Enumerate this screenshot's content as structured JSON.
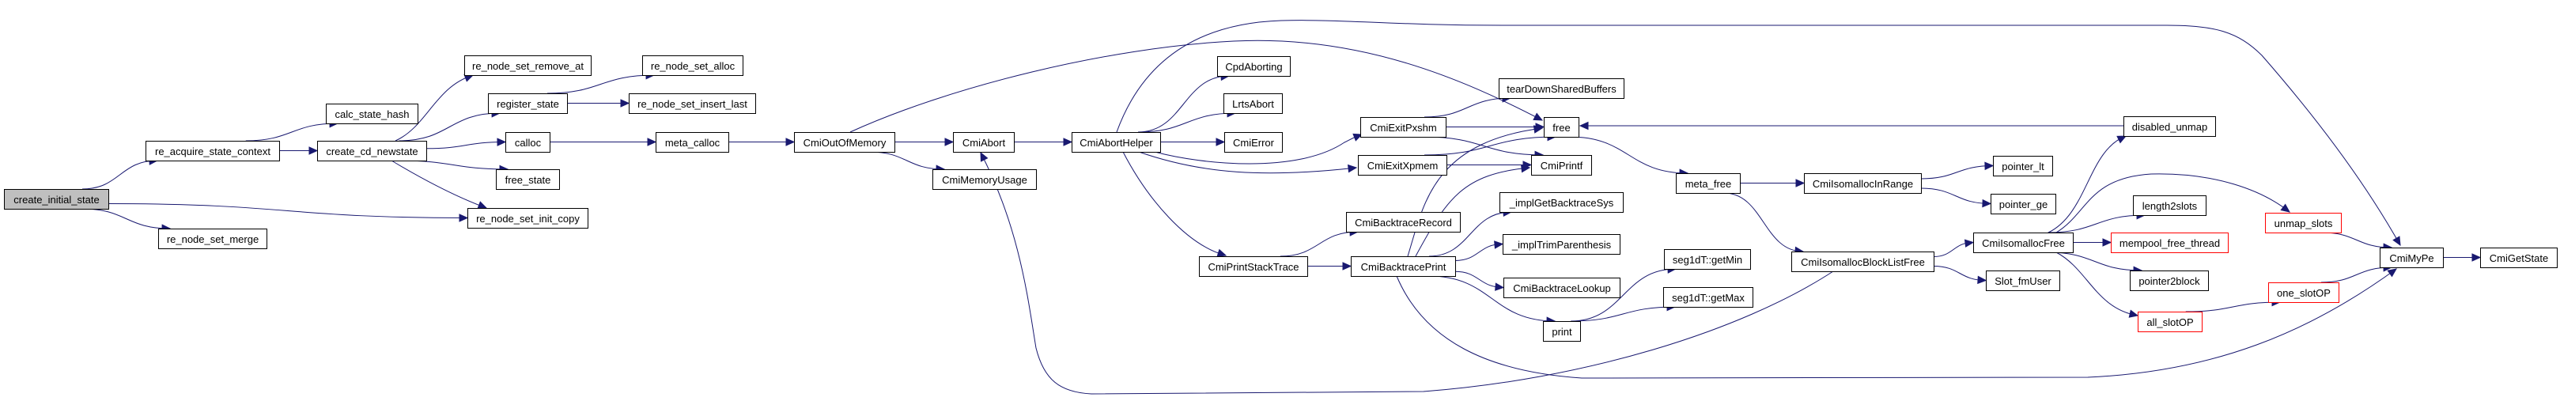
{
  "diagram": {
    "type": "call-graph",
    "edge_color": "#191970",
    "root_fill": "#bfbfbf",
    "truncated_border": "#ff0000",
    "nodes": [
      {
        "id": "create_initial_state",
        "label": "create_initial_state",
        "root": true
      },
      {
        "id": "re_acquire_state_context",
        "label": "re_acquire_state_context"
      },
      {
        "id": "re_node_set_merge",
        "label": "re_node_set_merge"
      },
      {
        "id": "calc_state_hash",
        "label": "calc_state_hash"
      },
      {
        "id": "create_cd_newstate",
        "label": "create_cd_newstate"
      },
      {
        "id": "re_node_set_remove_at",
        "label": "re_node_set_remove_at"
      },
      {
        "id": "register_state",
        "label": "register_state"
      },
      {
        "id": "calloc",
        "label": "calloc"
      },
      {
        "id": "free_state",
        "label": "free_state"
      },
      {
        "id": "re_node_set_init_copy",
        "label": "re_node_set_init_copy"
      },
      {
        "id": "re_node_set_alloc",
        "label": "re_node_set_alloc"
      },
      {
        "id": "re_node_set_insert_last",
        "label": "re_node_set_insert_last"
      },
      {
        "id": "meta_calloc",
        "label": "meta_calloc"
      },
      {
        "id": "CmiOutOfMemory",
        "label": "CmiOutOfMemory"
      },
      {
        "id": "CmiAbort",
        "label": "CmiAbort"
      },
      {
        "id": "CmiMemoryUsage",
        "label": "CmiMemoryUsage"
      },
      {
        "id": "CmiAbortHelper",
        "label": "CmiAbortHelper"
      },
      {
        "id": "CpdAborting",
        "label": "CpdAborting"
      },
      {
        "id": "LrtsAbort",
        "label": "LrtsAbort"
      },
      {
        "id": "CmiError",
        "label": "CmiError"
      },
      {
        "id": "CmiExitPxshm",
        "label": "CmiExitPxshm"
      },
      {
        "id": "CmiExitXpmem",
        "label": "CmiExitXpmem"
      },
      {
        "id": "CmiPrintStackTrace",
        "label": "CmiPrintStackTrace"
      },
      {
        "id": "CmiBacktraceRecord",
        "label": "CmiBacktraceRecord"
      },
      {
        "id": "CmiBacktracePrint",
        "label": "CmiBacktracePrint"
      },
      {
        "id": "tearDownSharedBuffers",
        "label": "tearDownSharedBuffers"
      },
      {
        "id": "free",
        "label": "free"
      },
      {
        "id": "CmiPrintf",
        "label": "CmiPrintf"
      },
      {
        "id": "_implGetBacktraceSys",
        "label": "_implGetBacktraceSys"
      },
      {
        "id": "_implTrimParenthesis",
        "label": "_implTrimParenthesis"
      },
      {
        "id": "CmiBacktraceLookup",
        "label": "CmiBacktraceLookup"
      },
      {
        "id": "print",
        "label": "print"
      },
      {
        "id": "seg1dT_getMin",
        "label": "seg1dT::getMin"
      },
      {
        "id": "seg1dT_getMax",
        "label": "seg1dT::getMax"
      },
      {
        "id": "meta_free",
        "label": "meta_free"
      },
      {
        "id": "CmiIsomallocInRange",
        "label": "CmiIsomallocInRange"
      },
      {
        "id": "CmiIsomallocBlockListFree",
        "label": "CmiIsomallocBlockListFree"
      },
      {
        "id": "pointer_lt",
        "label": "pointer_lt"
      },
      {
        "id": "pointer_ge",
        "label": "pointer_ge"
      },
      {
        "id": "CmiIsomallocFree",
        "label": "CmiIsomallocFree"
      },
      {
        "id": "Slot_fmUser",
        "label": "Slot_fmUser"
      },
      {
        "id": "disabled_unmap",
        "label": "disabled_unmap"
      },
      {
        "id": "length2slots",
        "label": "length2slots"
      },
      {
        "id": "mempool_free_thread",
        "label": "mempool_free_thread",
        "truncated": true
      },
      {
        "id": "pointer2block",
        "label": "pointer2block"
      },
      {
        "id": "all_slotOP",
        "label": "all_slotOP",
        "truncated": true
      },
      {
        "id": "unmap_slots",
        "label": "unmap_slots",
        "truncated": true
      },
      {
        "id": "one_slotOP",
        "label": "one_slotOP",
        "truncated": true
      },
      {
        "id": "CmiMyPe",
        "label": "CmiMyPe"
      },
      {
        "id": "CmiGetState",
        "label": "CmiGetState"
      }
    ],
    "edges": [
      {
        "from": "create_initial_state",
        "to": "re_acquire_state_context"
      },
      {
        "from": "create_initial_state",
        "to": "re_node_set_init_copy"
      },
      {
        "from": "create_initial_state",
        "to": "re_node_set_merge"
      },
      {
        "from": "re_acquire_state_context",
        "to": "calc_state_hash"
      },
      {
        "from": "re_acquire_state_context",
        "to": "create_cd_newstate"
      },
      {
        "from": "create_cd_newstate",
        "to": "re_node_set_remove_at"
      },
      {
        "from": "create_cd_newstate",
        "to": "register_state"
      },
      {
        "from": "create_cd_newstate",
        "to": "calloc"
      },
      {
        "from": "create_cd_newstate",
        "to": "free_state"
      },
      {
        "from": "create_cd_newstate",
        "to": "re_node_set_init_copy"
      },
      {
        "from": "register_state",
        "to": "re_node_set_alloc"
      },
      {
        "from": "register_state",
        "to": "re_node_set_insert_last"
      },
      {
        "from": "calloc",
        "to": "meta_calloc"
      },
      {
        "from": "meta_calloc",
        "to": "CmiOutOfMemory"
      },
      {
        "from": "CmiOutOfMemory",
        "to": "CmiAbort"
      },
      {
        "from": "CmiOutOfMemory",
        "to": "CmiMemoryUsage"
      },
      {
        "from": "CmiOutOfMemory",
        "to": "free"
      },
      {
        "from": "CmiAbort",
        "to": "CmiAbortHelper"
      },
      {
        "from": "CmiAbortHelper",
        "to": "CpdAborting"
      },
      {
        "from": "CmiAbortHelper",
        "to": "LrtsAbort"
      },
      {
        "from": "CmiAbortHelper",
        "to": "CmiError"
      },
      {
        "from": "CmiAbortHelper",
        "to": "CmiExitPxshm"
      },
      {
        "from": "CmiAbortHelper",
        "to": "CmiExitXpmem"
      },
      {
        "from": "CmiAbortHelper",
        "to": "CmiPrintStackTrace"
      },
      {
        "from": "CmiAbortHelper",
        "to": "CmiMyPe"
      },
      {
        "from": "CmiExitPxshm",
        "to": "tearDownSharedBuffers"
      },
      {
        "from": "CmiExitPxshm",
        "to": "free"
      },
      {
        "from": "CmiExitPxshm",
        "to": "CmiPrintf"
      },
      {
        "from": "CmiExitXpmem",
        "to": "free"
      },
      {
        "from": "CmiExitXpmem",
        "to": "CmiPrintf"
      },
      {
        "from": "CmiPrintStackTrace",
        "to": "CmiBacktraceRecord"
      },
      {
        "from": "CmiPrintStackTrace",
        "to": "CmiBacktracePrint"
      },
      {
        "from": "CmiBacktracePrint",
        "to": "free"
      },
      {
        "from": "CmiBacktracePrint",
        "to": "CmiPrintf"
      },
      {
        "from": "CmiBacktracePrint",
        "to": "_implGetBacktraceSys"
      },
      {
        "from": "CmiBacktracePrint",
        "to": "_implTrimParenthesis"
      },
      {
        "from": "CmiBacktracePrint",
        "to": "CmiBacktraceLookup"
      },
      {
        "from": "CmiBacktracePrint",
        "to": "print"
      },
      {
        "from": "CmiBacktracePrint",
        "to": "CmiMyPe"
      },
      {
        "from": "print",
        "to": "seg1dT_getMin"
      },
      {
        "from": "print",
        "to": "seg1dT_getMax"
      },
      {
        "from": "free",
        "to": "meta_free"
      },
      {
        "from": "meta_free",
        "to": "CmiIsomallocInRange"
      },
      {
        "from": "meta_free",
        "to": "CmiIsomallocBlockListFree"
      },
      {
        "from": "CmiIsomallocInRange",
        "to": "pointer_lt"
      },
      {
        "from": "CmiIsomallocInRange",
        "to": "pointer_ge"
      },
      {
        "from": "CmiIsomallocBlockListFree",
        "to": "CmiIsomallocFree"
      },
      {
        "from": "CmiIsomallocBlockListFree",
        "to": "Slot_fmUser"
      },
      {
        "from": "CmiIsomallocBlockListFree",
        "to": "CmiAbort"
      },
      {
        "from": "CmiIsomallocFree",
        "to": "disabled_unmap"
      },
      {
        "from": "CmiIsomallocFree",
        "to": "length2slots"
      },
      {
        "from": "CmiIsomallocFree",
        "to": "mempool_free_thread"
      },
      {
        "from": "CmiIsomallocFree",
        "to": "pointer2block"
      },
      {
        "from": "CmiIsomallocFree",
        "to": "all_slotOP"
      },
      {
        "from": "CmiIsomallocFree",
        "to": "unmap_slots"
      },
      {
        "from": "disabled_unmap",
        "to": "free"
      },
      {
        "from": "unmap_slots",
        "to": "CmiMyPe"
      },
      {
        "from": "all_slotOP",
        "to": "one_slotOP"
      },
      {
        "from": "one_slotOP",
        "to": "CmiMyPe"
      },
      {
        "from": "CmiMyPe",
        "to": "CmiGetState"
      }
    ]
  }
}
